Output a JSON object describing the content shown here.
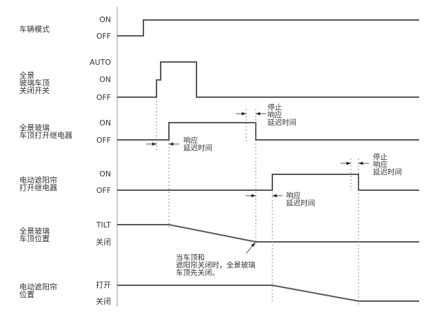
{
  "signals": [
    {
      "name": "车辆模式",
      "levels": [
        "ON",
        "OFF"
      ]
    },
    {
      "name": "全景\n玻璃车顶\n关闭开关",
      "levels": [
        "AUTO",
        "ON",
        "OFF"
      ]
    },
    {
      "name": "全景玻璃\n车顶打开继电器",
      "levels": [
        "ON",
        "OFF"
      ]
    },
    {
      "name": "电动遮阳帘\n打开继电器",
      "levels": [
        "ON",
        "OFF"
      ]
    },
    {
      "name": "全景玻璃\n车顶位置",
      "levels": [
        "TILT",
        "关闭"
      ]
    },
    {
      "name": "电动遮阳帘\n位置",
      "levels": [
        "打开",
        "关闭"
      ]
    }
  ],
  "annotations": {
    "response_delay_1": "响应\n延迟时间",
    "stop_delay_1": "停止\n响应\n延迟时间",
    "response_delay_2": "响应\n延迟时间",
    "stop_delay_2": "停止\n响应\n延迟时间",
    "roof_first": "当车顶和\n遮阳帘关闭时，全景玻璃\n车顶先关闭。"
  },
  "colors": {
    "line": "#555555",
    "dotted": "#888888"
  }
}
